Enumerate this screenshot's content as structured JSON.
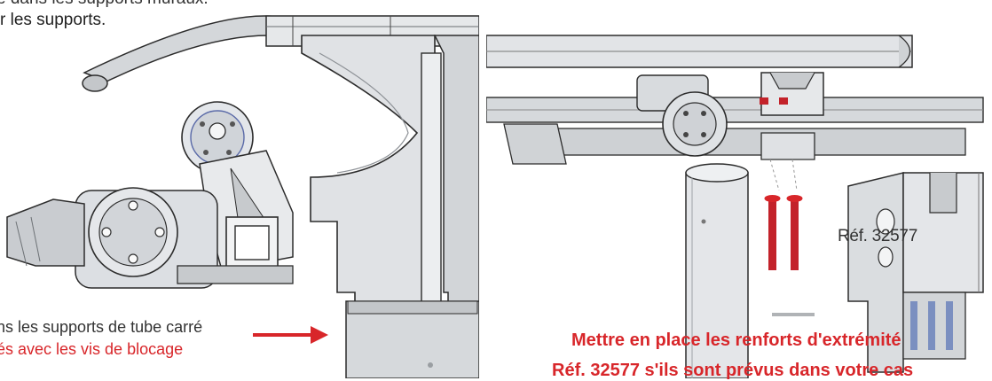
{
  "left": {
    "top_line_1": "e dans les supports muraux.",
    "top_line_2": "r les supports.",
    "note_line_1": "ns les supports de tube carré",
    "note_line_2": "és avec les vis de blocage"
  },
  "right": {
    "ref_label": "Réf. 32577",
    "caption_line_1": "Mettre en place les renforts d'extrémité",
    "caption_line_2": "Réf. 32577 s'ils sont prévus dans votre cas"
  },
  "colors": {
    "accent_red": "#d8262a",
    "metal_light": "#e4e6e8",
    "metal_mid": "#c9cccf",
    "metal_dark": "#8e9297",
    "screw_red": "#c3222a"
  }
}
